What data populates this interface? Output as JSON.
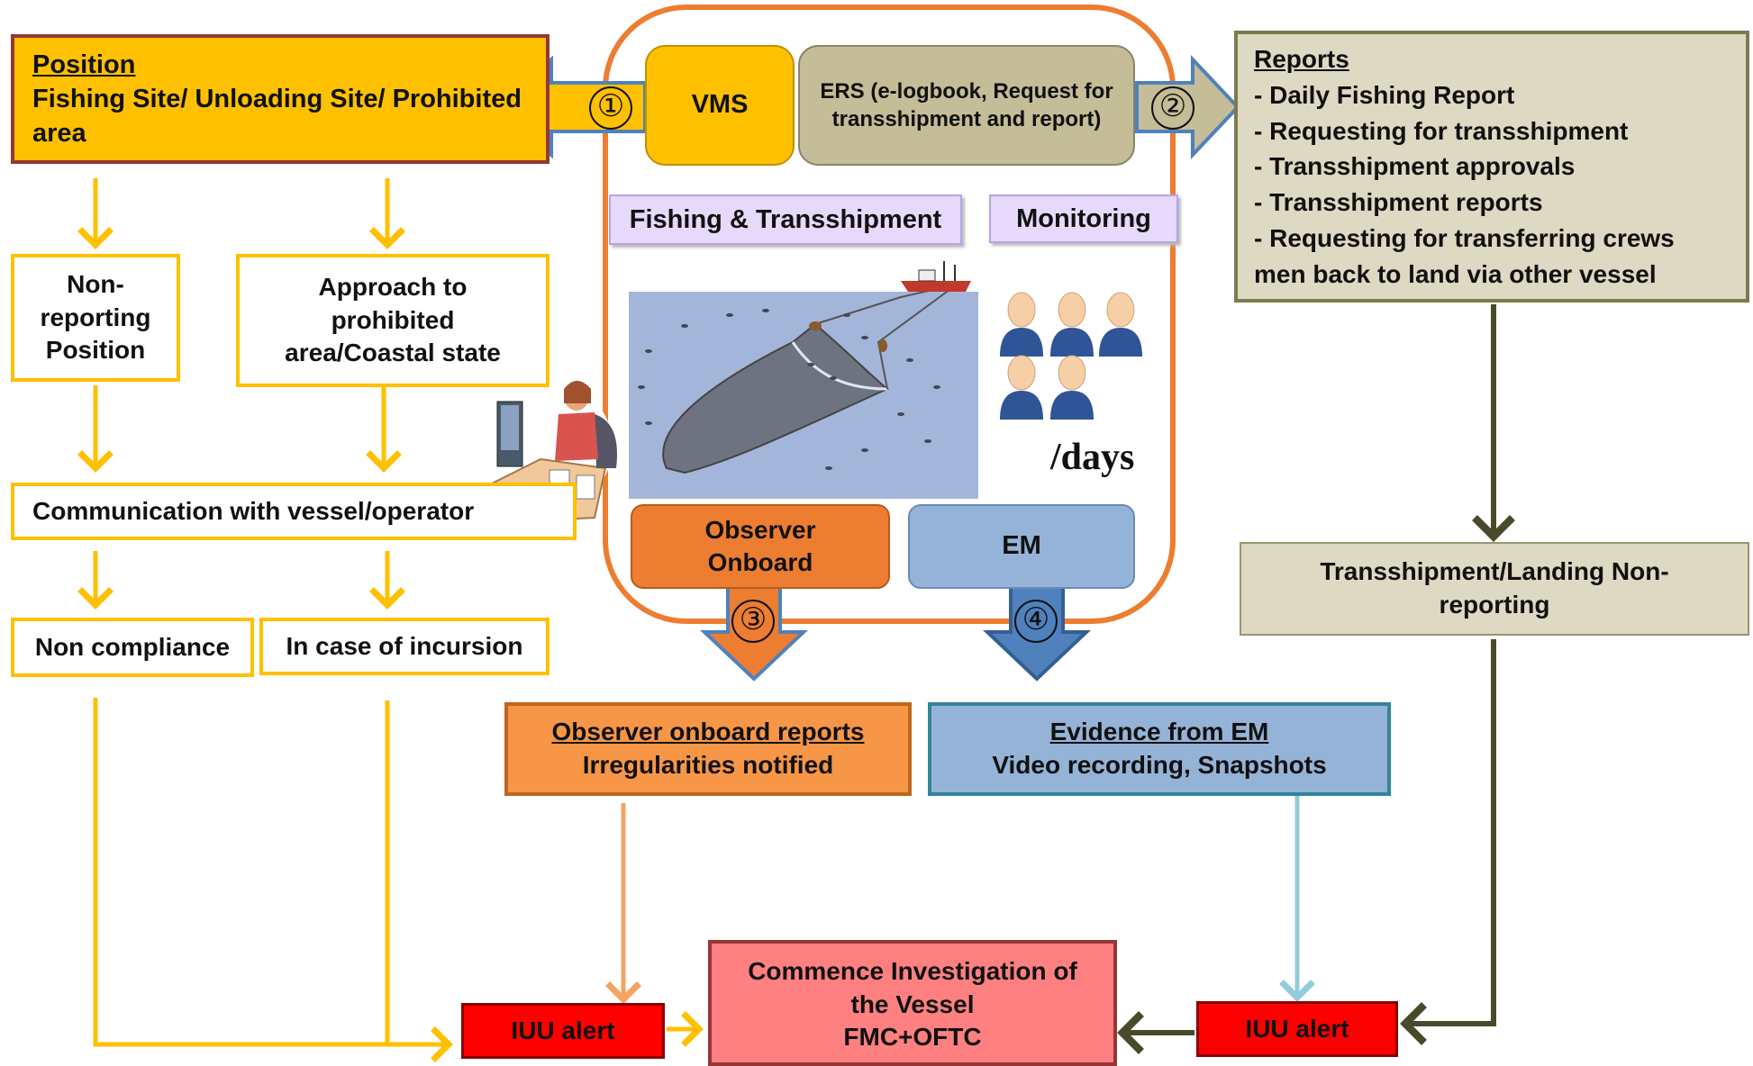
{
  "position_box": {
    "title": "Position",
    "body": "Fishing Site/ Unloading Site/ Prohibited area"
  },
  "non_reporting": {
    "text": "Non-reporting Position"
  },
  "approach": {
    "text": "Approach to prohibited area/Coastal state"
  },
  "communication": {
    "text": "Communication with vessel/operator"
  },
  "non_compliance": {
    "text": "Non compliance"
  },
  "incursion": {
    "text": "In case of incursion"
  },
  "vms": {
    "label": "VMS"
  },
  "ers": {
    "label": "ERS (e-logbook, Request for transshipment and report)"
  },
  "fishing_tag": {
    "label": "Fishing & Transshipment"
  },
  "monitoring_tag": {
    "label": "Monitoring"
  },
  "days": {
    "label": "/days"
  },
  "observer_onboard": {
    "label": "Observer Onboard"
  },
  "em": {
    "label": "EM"
  },
  "numbers": {
    "n1": "①",
    "n2": "②",
    "n3": "③",
    "n4": "④"
  },
  "reports_box": {
    "title": "Reports",
    "items": [
      "- Daily Fishing Report",
      "- Requesting for transshipment",
      "- Transshipment approvals",
      "- Transshipment reports",
      "- Requesting for transferring crews men back to land via other vessel"
    ]
  },
  "transshipment_nonreporting": {
    "text": "Transshipment/Landing Non-reporting"
  },
  "observer_reports": {
    "title": "Observer onboard reports",
    "body": "Irregularities notified"
  },
  "em_evidence": {
    "title": "Evidence from EM",
    "body": "Video recording, Snapshots"
  },
  "iuu_alert_left": {
    "label": "IUU alert"
  },
  "iuu_alert_right": {
    "label": "IUU alert"
  },
  "investigation": {
    "line1": "Commence Investigation of the Vessel",
    "line2": "FMC+OFTC"
  },
  "colors": {
    "yellow": "#ffc000",
    "orange": "#ed7d31",
    "khaki": "#c4bd97",
    "blue": "#95b3d7",
    "red": "#ff0000",
    "salmon": "#ff8080",
    "olive": "#4a4a2a"
  }
}
